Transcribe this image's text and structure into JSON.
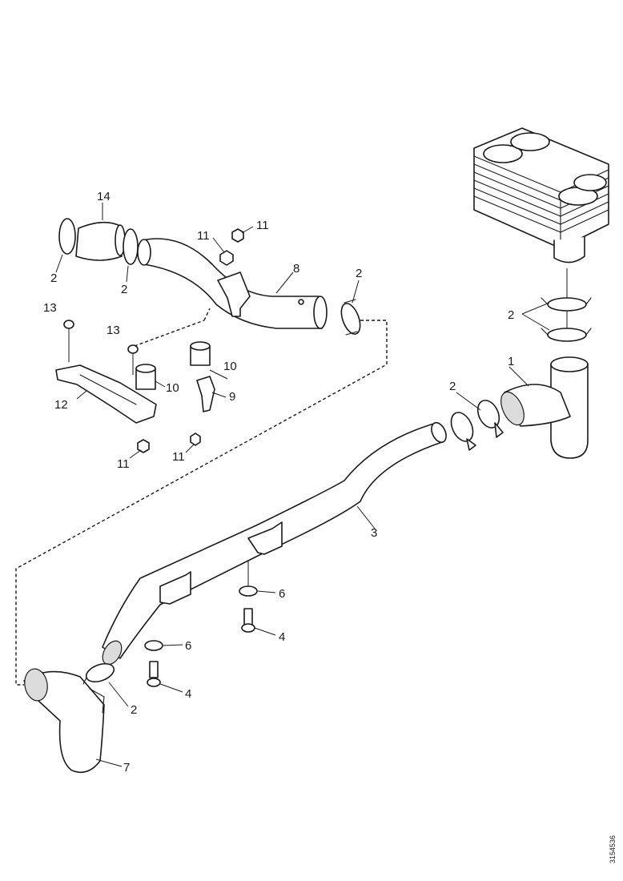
{
  "diagram": {
    "callouts": {
      "c1": "1",
      "c2_top_left": "2",
      "c2_top_mid": "2",
      "c2_top_right": "2",
      "c2_cooler": "2",
      "c2_pipe_join": "2",
      "c2_bottom": "2",
      "c3": "3",
      "c4_upper": "4",
      "c4_lower": "4",
      "c6_upper": "6",
      "c6_lower": "6",
      "c7": "7",
      "c8": "8",
      "c9": "9",
      "c10_a": "10",
      "c10_b": "10",
      "c11_a": "11",
      "c11_b": "11",
      "c11_c": "11",
      "c11_d": "11",
      "c12": "12",
      "c13_a": "13",
      "c13_b": "13",
      "c14": "14"
    },
    "drawing_reference": "3154536"
  }
}
